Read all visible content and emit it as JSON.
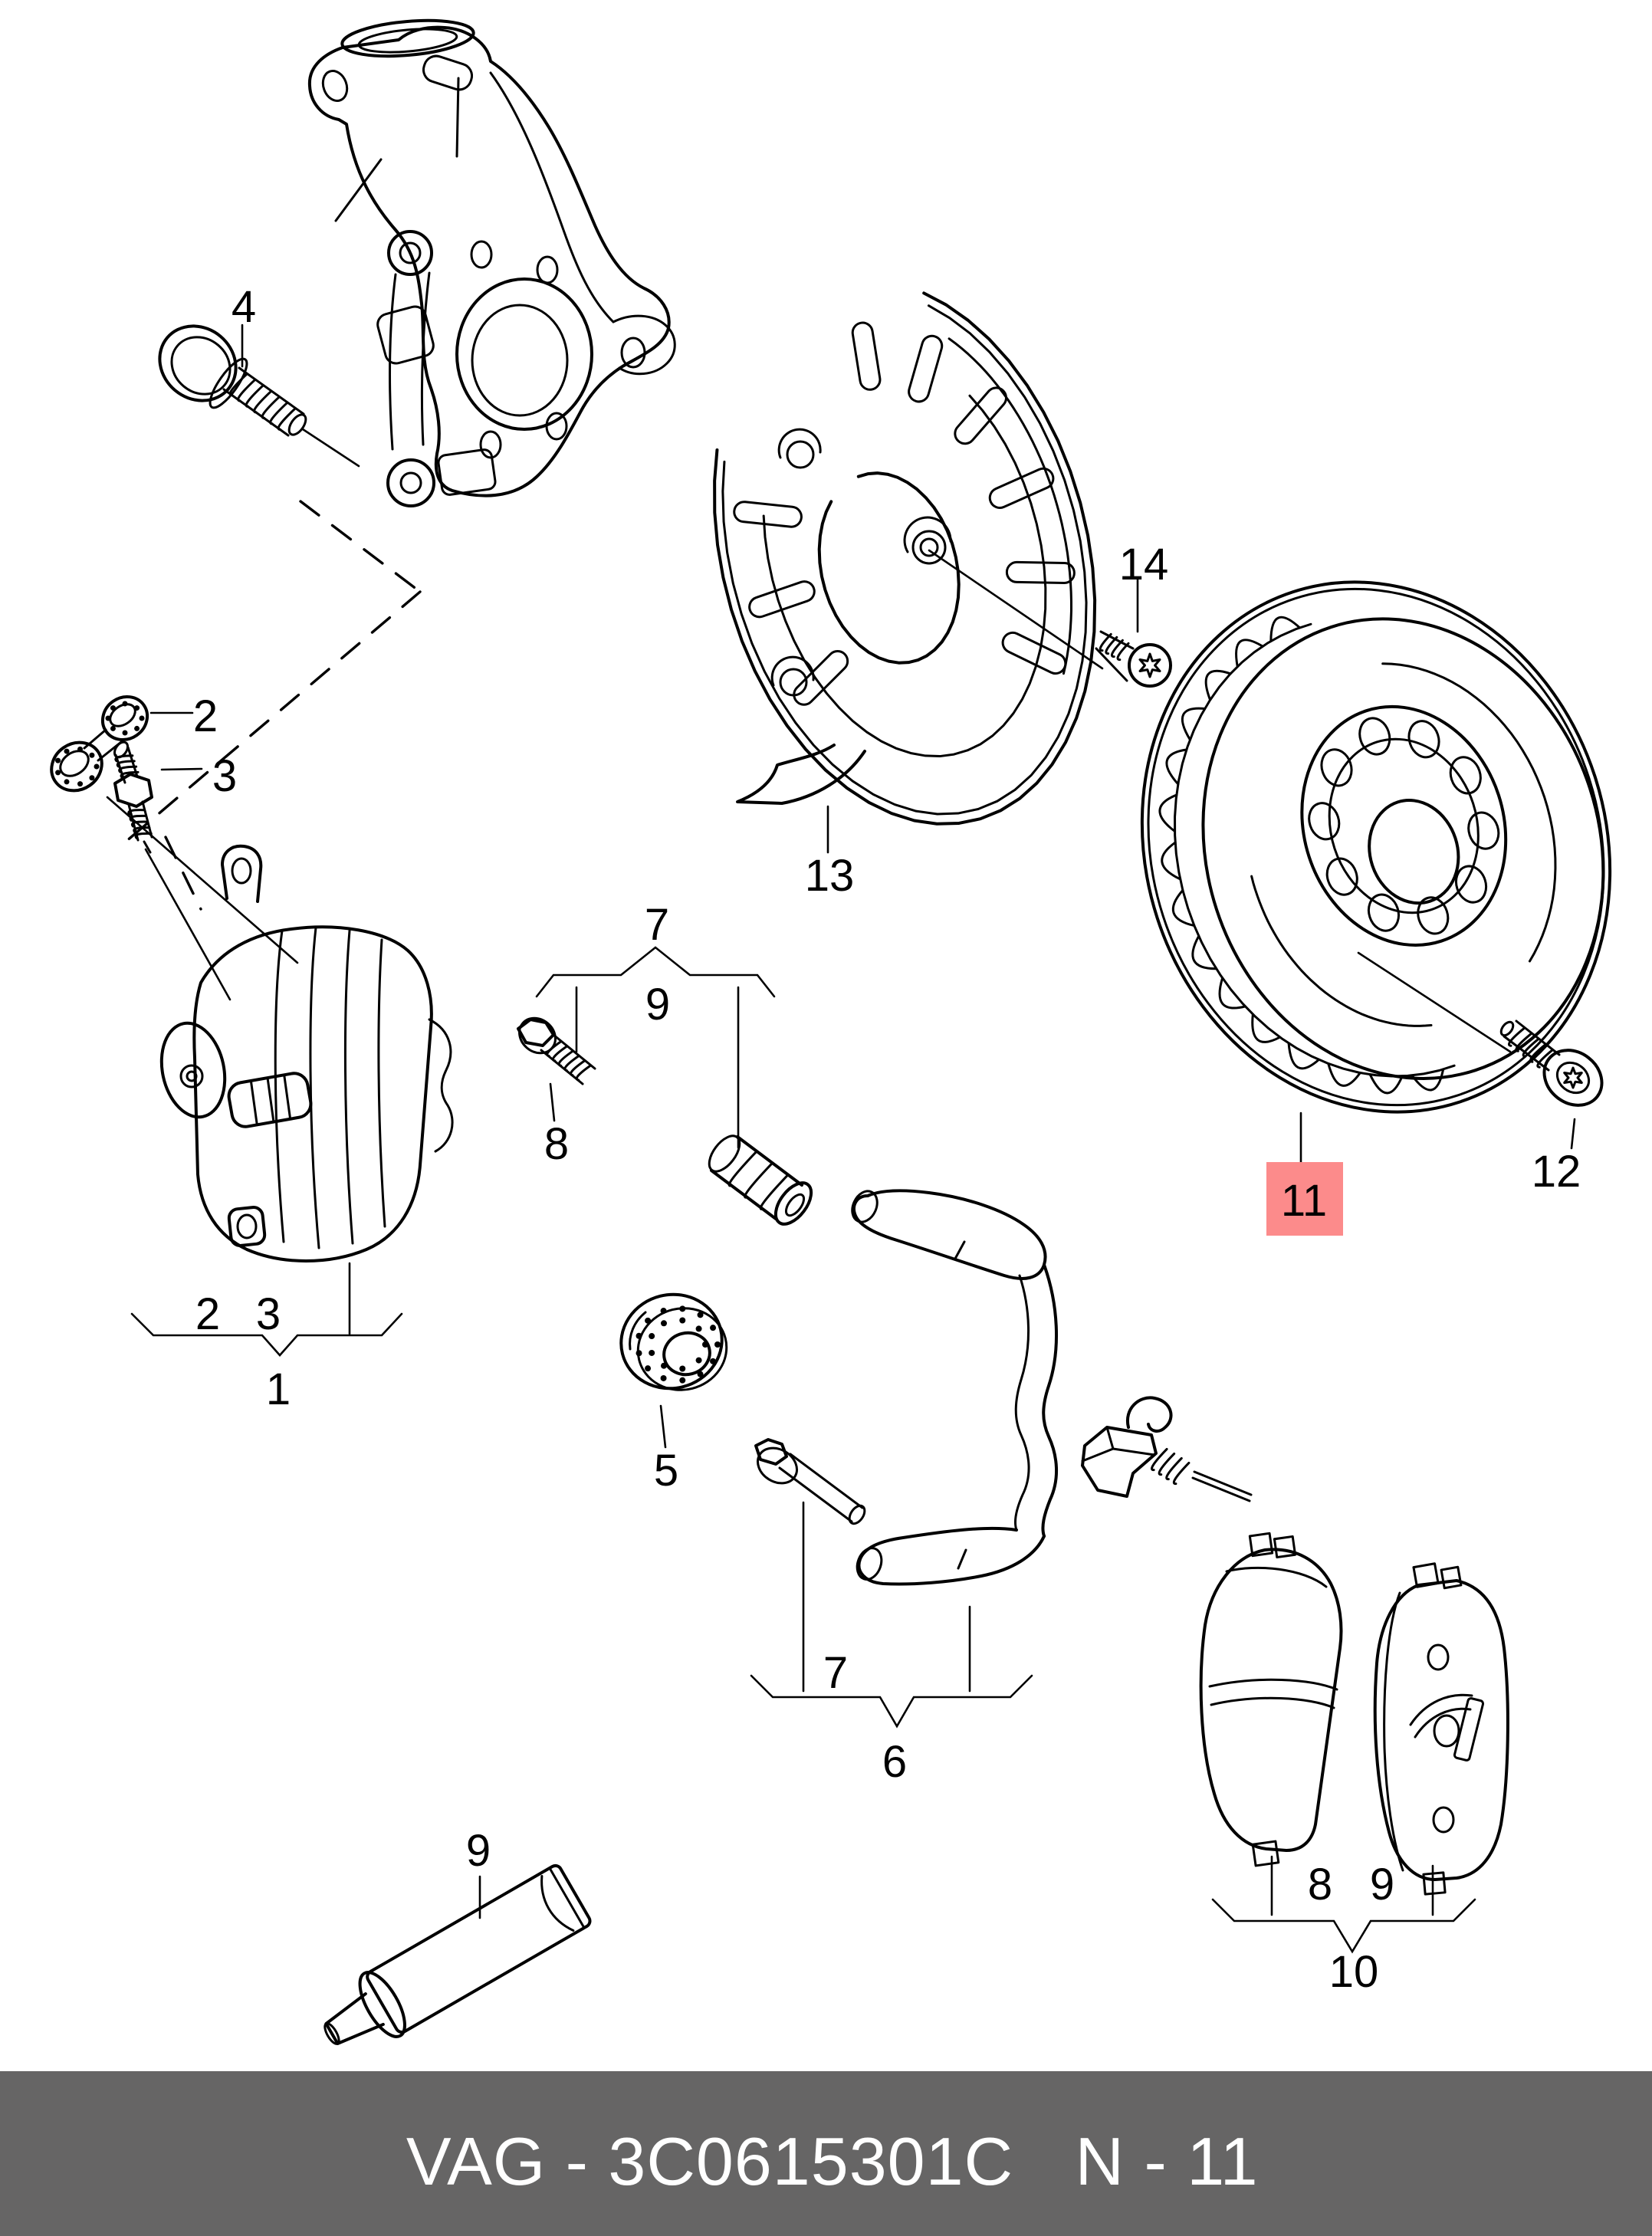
{
  "theme": {
    "background": "#ffffff",
    "line_color": "#000000",
    "footer_bar": "#666565",
    "footer_text": "#ffffff",
    "highlight_box": "#fc8b8b",
    "highlight_text": "#8c1a1a"
  },
  "footer": {
    "catalog_code": "VAG - 3C0615301C",
    "page_code": "N - 11"
  },
  "labels": {
    "knuckle_bolt": "4",
    "guide_pin": "2",
    "bleeder_stud": "3",
    "caliper_group_a": "2",
    "caliper_group_b": "3",
    "caliper_assembly": "1",
    "guide_kit": "7",
    "guide_kit_sub": "9",
    "caliper_bolt": "8",
    "bearing_ring": "5",
    "splash_shield": "13",
    "shield_screw": "14",
    "brake_disc": "11",
    "disc_screw": "12",
    "carrier_bolt": "7",
    "carrier": "6",
    "pad_inner": "8",
    "pad_outer": "9",
    "pad_set": "10",
    "grease_tube": "9"
  }
}
